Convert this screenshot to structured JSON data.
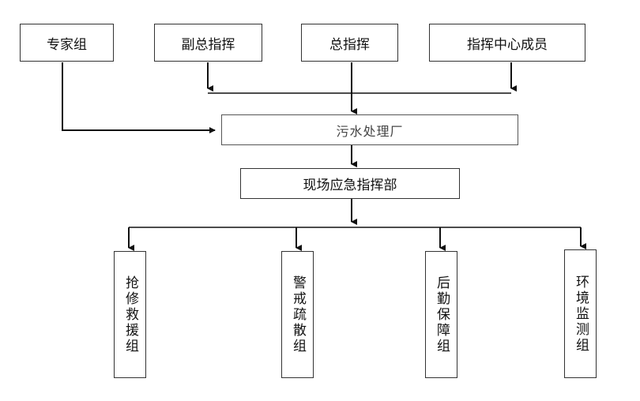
{
  "diagram": {
    "top_row": [
      {
        "id": "expert",
        "label": "专家组"
      },
      {
        "id": "deputy",
        "label": "副总指挥"
      },
      {
        "id": "chief",
        "label": "总指挥"
      },
      {
        "id": "members",
        "label": "指挥中心成员"
      }
    ],
    "plant": {
      "label": "污水处理厂"
    },
    "site_command": {
      "label": "现场应急指挥部"
    },
    "groups": [
      {
        "id": "rescue",
        "label": "抢修救援组"
      },
      {
        "id": "evacuate",
        "label": "警戒疏散组"
      },
      {
        "id": "logistics",
        "label": "后勤保障组"
      },
      {
        "id": "monitor",
        "label": "环境监测组"
      }
    ]
  }
}
